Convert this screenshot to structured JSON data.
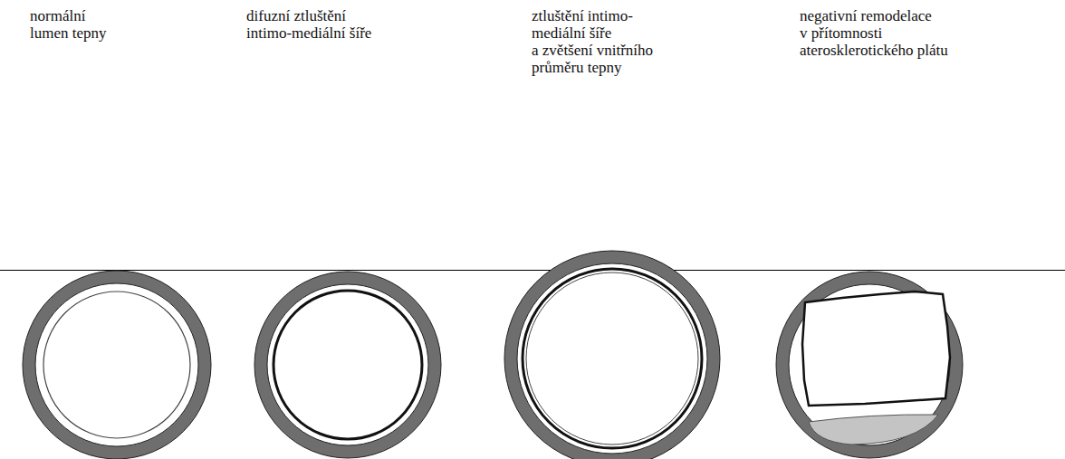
{
  "diagram": {
    "labels": [
      "normální lumen tepny",
      "difuzní ztluštění intimo-mediální šíře",
      "ztluštění intimo- mediální šíře a zvětšení vnitřního průměru tepny",
      "negativní remodelace v přítomnosti aterosklerotického plátu"
    ]
  }
}
